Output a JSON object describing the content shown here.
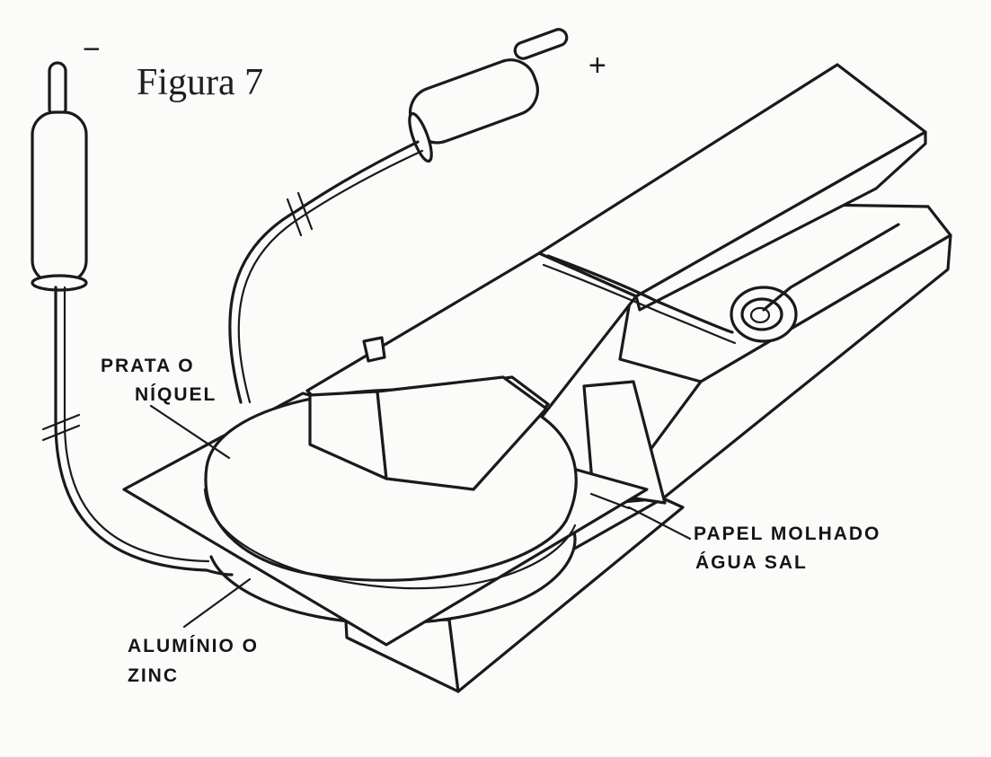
{
  "figure": {
    "title": "Figura 7",
    "terminals": {
      "negative": "−",
      "positive": "+"
    },
    "labels": {
      "silver_line1": "PRATA O",
      "silver_line2": "NÍQUEL",
      "paper_line1": "PAPEL MOLHADO",
      "paper_line2": "ÁGUA SAL",
      "aluminum_line1": "ALUMÍNIO O",
      "aluminum_line2": "ZINC"
    }
  }
}
